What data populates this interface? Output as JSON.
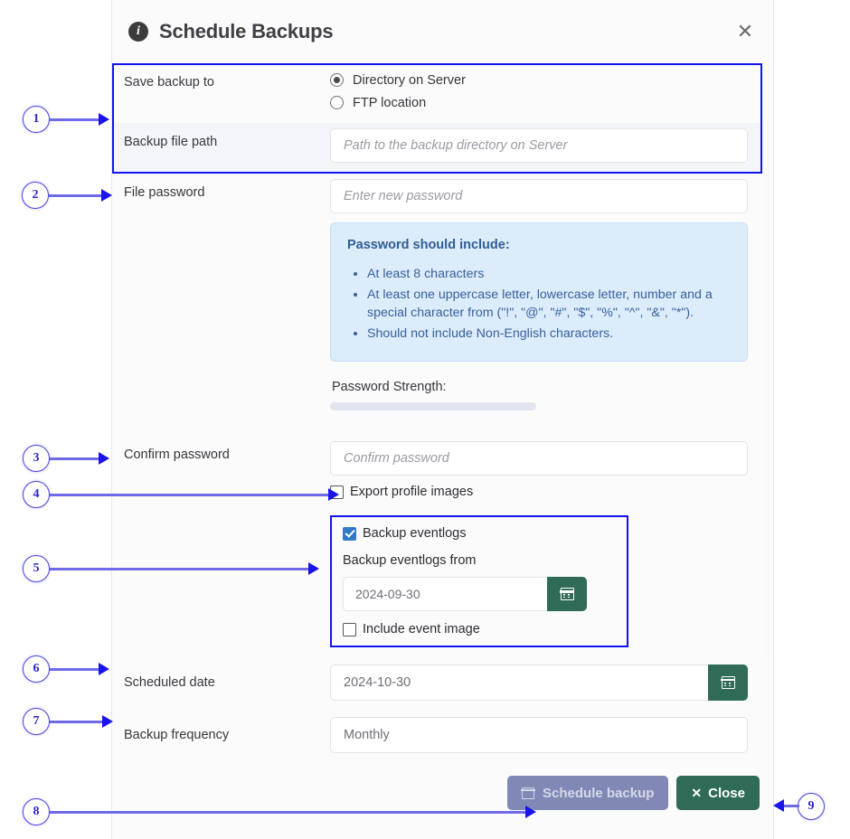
{
  "dialog": {
    "title": "Schedule Backups",
    "info_icon": "info-icon",
    "close_icon": "✕"
  },
  "form": {
    "save_backup_to": {
      "label": "Save backup to",
      "options": [
        {
          "label": "Directory on Server",
          "selected": true
        },
        {
          "label": "FTP location",
          "selected": false
        }
      ]
    },
    "backup_file_path": {
      "label": "Backup file path",
      "value": "",
      "placeholder": "Path to the backup directory on Server"
    },
    "file_password": {
      "label": "File password",
      "value": "",
      "placeholder": "Enter new password"
    },
    "password_hint": {
      "title": "Password should include:",
      "items": [
        "At least 8 characters",
        "At least one uppercase letter, lowercase letter, number and a special character from (\"!\", \"@\", \"#\", \"$\", \"%\", \"^\", \"&\", \"*\").",
        "Should not include Non-English characters."
      ]
    },
    "password_strength": {
      "label": "Password Strength:",
      "value": 0
    },
    "confirm_password": {
      "label": "Confirm password",
      "value": "",
      "placeholder": "Confirm password"
    },
    "export_profile_images": {
      "label": "Export profile images",
      "checked": false
    },
    "backup_eventlogs": {
      "label": "Backup eventlogs",
      "checked": true
    },
    "backup_eventlogs_from": {
      "label": "Backup eventlogs from",
      "value": "2024-09-30",
      "calendar_icon": "calendar-icon"
    },
    "include_event_image": {
      "label": "Include event image",
      "checked": false
    },
    "scheduled_date": {
      "label": "Scheduled date",
      "value": "2024-10-30",
      "calendar_icon": "calendar-icon"
    },
    "backup_frequency": {
      "label": "Backup frequency",
      "value": "Monthly"
    }
  },
  "footer": {
    "schedule_label": "Schedule backup",
    "close_label": "Close",
    "close_glyph": "✕"
  },
  "annotations": [
    {
      "number": "1"
    },
    {
      "number": "2"
    },
    {
      "number": "3"
    },
    {
      "number": "4"
    },
    {
      "number": "5"
    },
    {
      "number": "6"
    },
    {
      "number": "7"
    },
    {
      "number": "8"
    },
    {
      "number": "9"
    }
  ],
  "colors": {
    "highlight_border": "#1412f0",
    "annotation": "#4b46e0",
    "primary_green": "#2f6b57",
    "disabled_button": "#8089b6",
    "hint_bg": "#ddecfb",
    "hint_text": "#37619a",
    "checkbox_on": "#3279c9"
  }
}
